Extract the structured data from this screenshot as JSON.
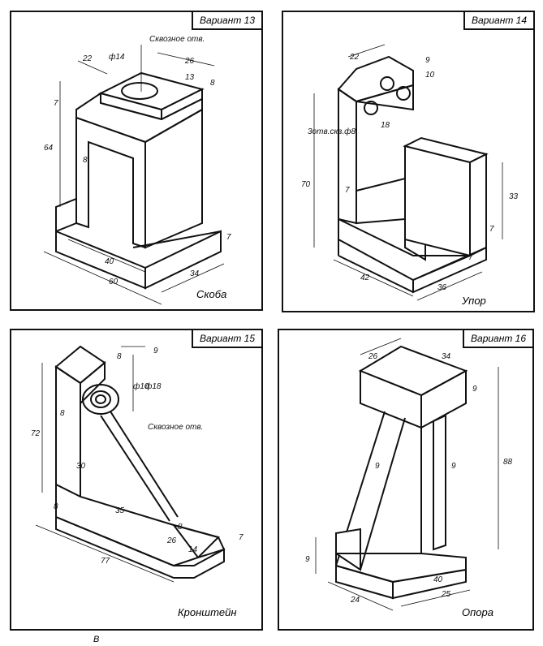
{
  "panels": [
    {
      "variant": "Вариант 13",
      "name": "Скоба",
      "note": "Сквозное отв.",
      "dims": {
        "a": "22",
        "b": "ф14",
        "c": "26",
        "d": "13",
        "e": "8",
        "f": "7",
        "g": "64",
        "h": "8",
        "i": "40",
        "j": "60",
        "k": "34",
        "l": "7"
      }
    },
    {
      "variant": "Вариант 14",
      "name": "Упор",
      "note": "3отв.скв.ф8",
      "dims": {
        "a": "22",
        "b": "9",
        "c": "10",
        "d": "18",
        "e": "70",
        "f": "7",
        "g": "33",
        "h": "7",
        "i": "7",
        "j": "42",
        "k": "36"
      }
    },
    {
      "variant": "Вариант 15",
      "name": "Кронштейн",
      "note": "Сквозное отв.",
      "dims": {
        "a": "8",
        "b": "9",
        "c": "ф10",
        "d": "ф18",
        "e": "72",
        "f": "8",
        "g": "30",
        "h": "8",
        "i": "35",
        "j": "8",
        "k": "26",
        "l": "14",
        "m": "77",
        "n": "7"
      }
    },
    {
      "variant": "Вариант 16",
      "name": "Опора",
      "dims": {
        "a": "26",
        "b": "34",
        "c": "9",
        "d": "9",
        "e": "9",
        "f": "88",
        "g": "9",
        "h": "24",
        "i": "40",
        "j": "25"
      }
    }
  ],
  "caption": "В"
}
